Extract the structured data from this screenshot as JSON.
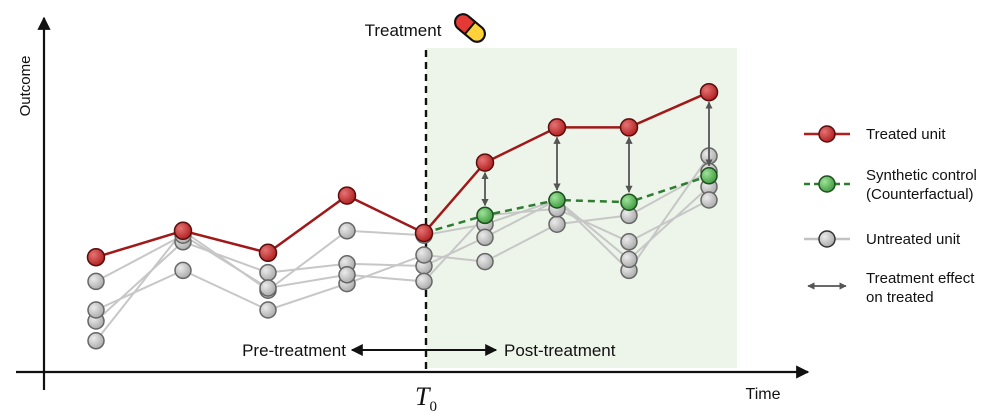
{
  "treatment_label": "Treatment",
  "treatment_time_label": "T",
  "treatment_time_subscript": "0",
  "y_axis_label": "Outcome",
  "x_axis_label": "Time",
  "pre_label": "Pre-treatment",
  "post_label": "Post-treatment",
  "legend": {
    "treated": "Treated unit",
    "synthetic_line1": "Synthetic control",
    "synthetic_line2": "(Counterfactual)",
    "untreated": "Untreated unit",
    "effect_line1": "Treatment effect",
    "effect_line2": "on treated"
  },
  "colors": {
    "treated": "#b01e1e",
    "treated_fill": "#c0393b",
    "synthetic": "#2e7d32",
    "synthetic_fill": "#5cb85c",
    "untreated": "#bfbfbf",
    "untreated_fill": "#cfcfcf",
    "post_region": "#edf5ea"
  },
  "chart_data": {
    "type": "line",
    "x": [
      1,
      2,
      3,
      4,
      5,
      6,
      7,
      8,
      9
    ],
    "treatment_index": 5,
    "series": [
      {
        "role": "treated",
        "values": [
          5.4,
          6.6,
          5.6,
          8.2,
          6.5,
          9.7,
          11.3,
          11.3,
          12.9
        ]
      },
      {
        "role": "synthetic",
        "values": [
          null,
          null,
          null,
          null,
          6.5,
          7.3,
          8.0,
          7.9,
          9.1
        ]
      },
      {
        "role": "untreated",
        "values": [
          1.6,
          6.6,
          3.9,
          6.6,
          6.4,
          6.9,
          8.0,
          4.8,
          10.0
        ]
      },
      {
        "role": "untreated",
        "values": [
          2.5,
          6.1,
          4.7,
          5.1,
          5.0,
          6.3,
          8.0,
          5.3,
          8.6
        ]
      },
      {
        "role": "untreated",
        "values": [
          3.0,
          4.8,
          3.0,
          4.2,
          5.5,
          5.2,
          6.9,
          7.3,
          9.3
        ]
      },
      {
        "role": "untreated",
        "values": [
          4.3,
          6.4,
          4.0,
          4.6,
          4.3,
          7.3,
          7.6,
          6.1,
          8.0
        ]
      }
    ]
  }
}
